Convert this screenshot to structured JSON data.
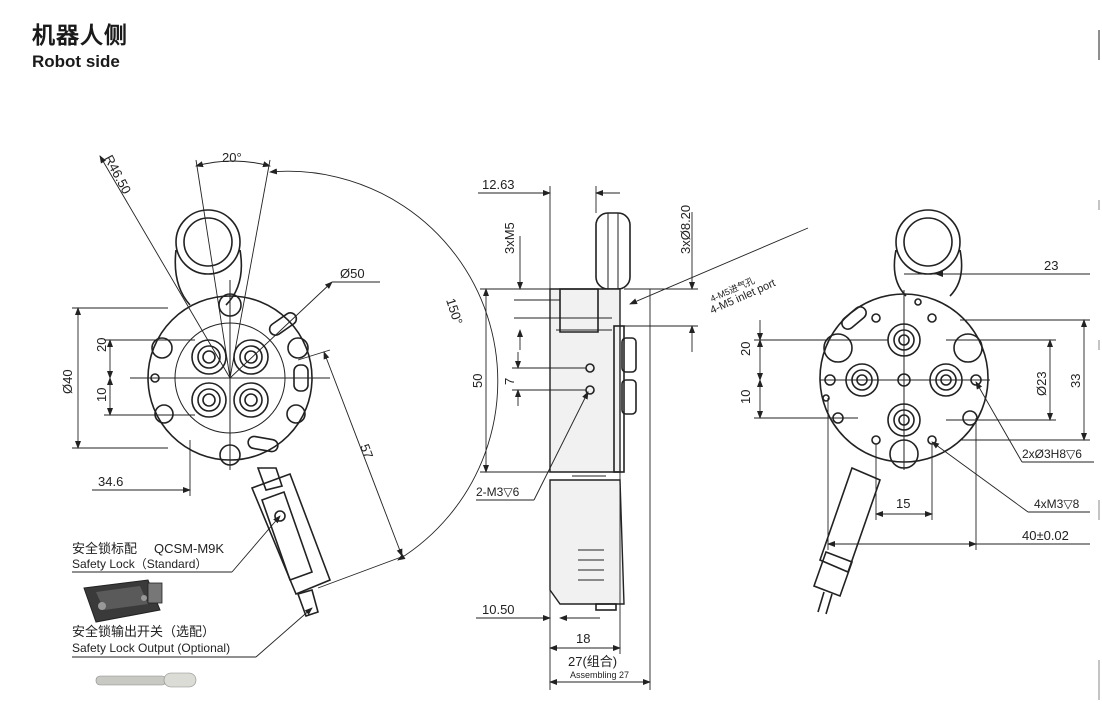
{
  "header": {
    "title_cn": "机器人侧",
    "title_en": "Robot side"
  },
  "front_view": {
    "angle_top": "20°",
    "radius": "R46.50",
    "diameter_50": "Ø50",
    "arc_angle": "150°",
    "diameter_40": "Ø40",
    "dim_20": "20",
    "dim_10": "10",
    "dim_34_6": "34.6",
    "dim_57": "57"
  },
  "side_view": {
    "dim_12_63": "12.63",
    "thread_3xM5": "3xM5",
    "holes_3x_d8_20": "3xØ8.20",
    "port_cn": "4-M5进气孔",
    "port_en": "4-M5 inlet port",
    "dim_50": "50",
    "dim_7": "7",
    "thread_2_m3": "2-M3▽6",
    "dim_10_50": "10.50",
    "dim_18": "18",
    "assembly_cn": "27(组合)",
    "assembly_en": "Assembling 27"
  },
  "rear_view": {
    "dim_23": "23",
    "dim_20": "20",
    "dim_10": "10",
    "diameter_23": "Ø23",
    "dim_33": "33",
    "holes_2x_d3": "2xØ3H8▽6",
    "thread_4xm3": "4xM3▽8",
    "dim_15": "15",
    "dim_40_tol": "40±0.02"
  },
  "accessories": {
    "safety_lock_cn": "安全锁标配",
    "safety_lock_model": "QCSM-M9K",
    "safety_lock_en": "Safety Lock（Standard）",
    "lock_output_cn": "安全锁输出开关（选配）",
    "lock_output_en": "Safety Lock Output (Optional)"
  }
}
